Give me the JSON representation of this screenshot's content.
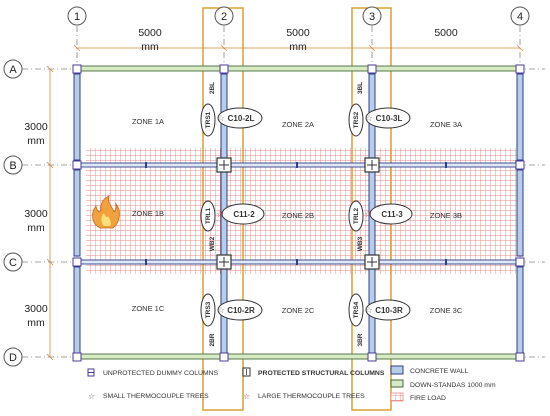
{
  "grid": {
    "columns": [
      "1",
      "2",
      "3",
      "4"
    ],
    "rows": [
      "A",
      "B",
      "C",
      "D"
    ]
  },
  "dimensions": {
    "horizontal": [
      {
        "value": "5000",
        "unit": "mm"
      },
      {
        "value": "5000",
        "unit": "mm"
      },
      {
        "value": "5000",
        "unit": ""
      }
    ],
    "vertical": [
      {
        "value": "3000",
        "unit": "mm"
      },
      {
        "value": "3000",
        "unit": "mm"
      },
      {
        "value": "3000",
        "unit": "mm"
      }
    ]
  },
  "zones": [
    "ZONE 1A",
    "ZONE 2A",
    "ZONE 3A",
    "ZONE 1B",
    "ZONE 2B",
    "ZONE 3B",
    "ZONE 1C",
    "ZONE 2C",
    "ZONE 3C"
  ],
  "columns": [
    "C10-2L",
    "C10-3L",
    "C11-2",
    "C11-3",
    "C10-2R",
    "C10-3R"
  ],
  "thermocouple_trees": [
    "TRS1",
    "TRS2",
    "TRL1",
    "TRL2",
    "TRS3",
    "TRS4"
  ],
  "beam_labels": [
    "2BL",
    "3BL",
    "2BR",
    "3BR",
    "WB2",
    "WB3"
  ],
  "legend": {
    "dummy": "UNPROTECTED DUMMY COLUMNS",
    "small_tree": "SMALL THERMOCOUPLE TREES",
    "protected": "PROTECTED STRUCTURAL COLUMNS",
    "large_tree": "LARGE THERMOCOUPLE TREES",
    "concrete": "CONCRETE WALL",
    "downstand": "DOWN-STANDAS 1000 mm",
    "fire": "FIRE LOAD"
  },
  "colors": {
    "concrete_fill": "#b8cde8",
    "concrete_stroke": "#2f3f88",
    "downstand_fill": "#d7ecc4",
    "downstand_stroke": "#4a6a3a",
    "fire_grid": "#e38a8a",
    "highlight": "#d9a640",
    "dummy": "#4b3a9e",
    "small_star": "#7a7a7a",
    "large_star": "#d04040",
    "flame": "#f2a23c"
  }
}
